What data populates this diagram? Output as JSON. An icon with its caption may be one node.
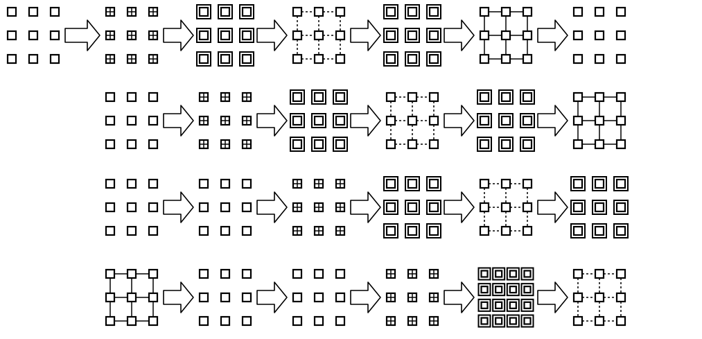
{
  "diagram": {
    "nodes": [
      {
        "text": [],
        "shape": "picture"
      },
      {
        "text": [],
        "shape": "picture"
      },
      {
        "text": [],
        "shape": "picture"
      },
      {
        "text": [],
        "shape": "picture"
      },
      {
        "text": [],
        "shape": "picture"
      },
      {
        "text": [],
        "shape": "picture"
      },
      {
        "text": [],
        "shape": "picture"
      },
      {
        "text": [],
        "shape": "picture"
      },
      {
        "text": [],
        "shape": "picture"
      },
      {
        "text": [],
        "shape": "picture"
      },
      {
        "text": [],
        "shape": "picture"
      },
      {
        "text": [],
        "shape": "picture"
      },
      {
        "text": [],
        "shape": "picture"
      },
      {
        "text": [],
        "shape": "picture"
      },
      {
        "text": [],
        "shape": "picture"
      },
      {
        "text": [],
        "shape": "picture"
      },
      {
        "text": [],
        "shape": "picture"
      },
      {
        "text": [],
        "shape": "picture"
      },
      {
        "text": [],
        "shape": "picture"
      },
      {
        "text": [],
        "shape": "picture"
      },
      {
        "text": [],
        "shape": "picture"
      },
      {
        "text": [],
        "shape": "picture"
      },
      {
        "text": [],
        "shape": "picture"
      },
      {
        "text": [],
        "shape": "picture"
      },
      {
        "text": [],
        "shape": "picture"
      }
    ],
    "edges": [
      {
        "from": 0,
        "to": 1,
        "arrow": "to"
      },
      {
        "from": 1,
        "to": 2,
        "arrow": "to"
      },
      {
        "from": 2,
        "to": 3,
        "arrow": "to"
      },
      {
        "from": 3,
        "to": 4,
        "arrow": "to"
      },
      {
        "from": 4,
        "to": 5,
        "arrow": "to"
      },
      {
        "from": 5,
        "to": 6,
        "arrow": "to"
      },
      {
        "from": 7,
        "to": 8,
        "arrow": "to"
      },
      {
        "from": 8,
        "to": 9,
        "arrow": "to"
      },
      {
        "from": 9,
        "to": 10,
        "arrow": "to"
      },
      {
        "from": 10,
        "to": 11,
        "arrow": "to"
      },
      {
        "from": 11,
        "to": 12,
        "arrow": "to"
      },
      {
        "from": 13,
        "to": 14,
        "arrow": "to"
      },
      {
        "from": 14,
        "to": 15,
        "arrow": "to"
      },
      {
        "from": 15,
        "to": 16,
        "arrow": "to"
      },
      {
        "from": 16,
        "to": 17,
        "arrow": "to"
      },
      {
        "from": 17,
        "to": 18,
        "arrow": "to"
      },
      {
        "from": 19,
        "to": 20,
        "arrow": "to"
      },
      {
        "from": 20,
        "to": 21,
        "arrow": "to"
      },
      {
        "from": 21,
        "to": 22,
        "arrow": "to"
      },
      {
        "from": 22,
        "to": 23,
        "arrow": "to"
      },
      {
        "from": 23,
        "to": 24,
        "arrow": "to"
      }
    ]
  }
}
